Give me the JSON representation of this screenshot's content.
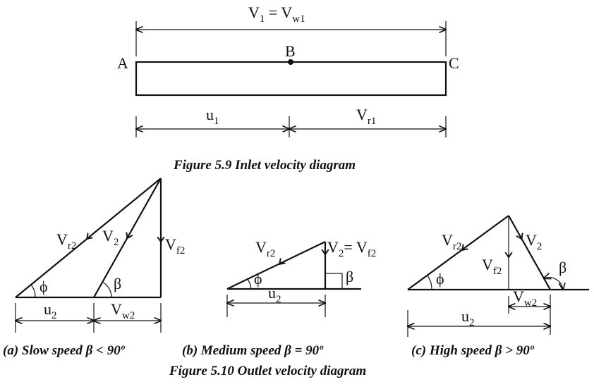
{
  "inlet": {
    "v1_label": "V",
    "v1_sub": "1",
    "equals": " = V",
    "vw1_sub": "w1",
    "point_a": "A",
    "point_b": "B",
    "point_c": "C",
    "u1_label": "u",
    "u1_sub": "1",
    "vr1_label": "V",
    "vr1_sub": "r1",
    "caption": "Figure 5.9 Inlet velocity diagram"
  },
  "outlet": {
    "a": {
      "vr2": "V",
      "vr2_sub": "r2",
      "v2": "V",
      "v2_sub": "2",
      "vf2": "V",
      "vf2_sub": "f2",
      "phi": "ϕ",
      "beta": "β",
      "u2": "u",
      "u2_sub": "2",
      "vw2": "V",
      "vw2_sub": "w2",
      "caption": "(a) Slow speed β < 90º"
    },
    "b": {
      "vr2": "V",
      "vr2_sub": "r2",
      "v2": "V",
      "v2_sub": "2",
      "eq": "= V",
      "vf2_sub": "f2",
      "phi": "ϕ",
      "beta": "β",
      "u2": "u",
      "u2_sub": "2",
      "caption": "(b) Medium speed β = 90º"
    },
    "c": {
      "vr2": "V",
      "vr2_sub": "r2",
      "v2": "V",
      "v2_sub": "2",
      "vf2": "V",
      "vf2_sub": "f2",
      "phi": "ϕ",
      "beta": "β",
      "u2": "u",
      "u2_sub": "2",
      "vw2": "V",
      "vw2_sub": "w2",
      "caption": "(c) High speed β > 90º"
    },
    "caption": "Figure 5.10 Outlet velocity diagram"
  }
}
